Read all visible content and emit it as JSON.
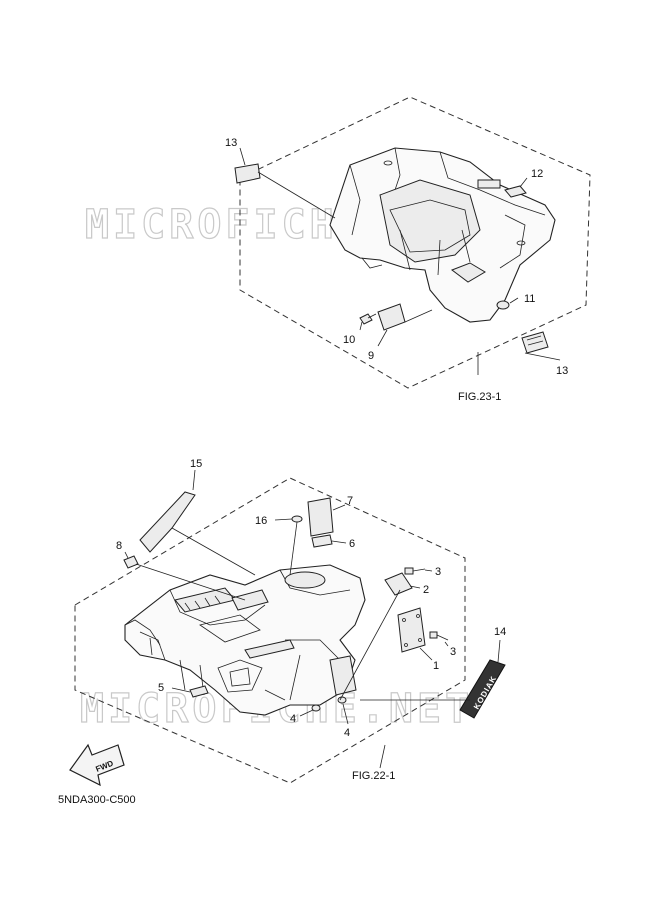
{
  "watermark": "MICROFICHE.NET",
  "upper": {
    "figure_ref": "FIG.23-1",
    "callouts": [
      "13",
      "12",
      "11",
      "10",
      "9",
      "13"
    ]
  },
  "lower": {
    "figure_ref": "FIG.22-1",
    "callouts": [
      "15",
      "16",
      "7",
      "6",
      "8",
      "3",
      "2",
      "1",
      "3",
      "14",
      "5",
      "4",
      "4"
    ]
  },
  "fwd_badge": "FWD",
  "emblem_text": "KODIAK",
  "diagram_code": "5NDA300-C500"
}
